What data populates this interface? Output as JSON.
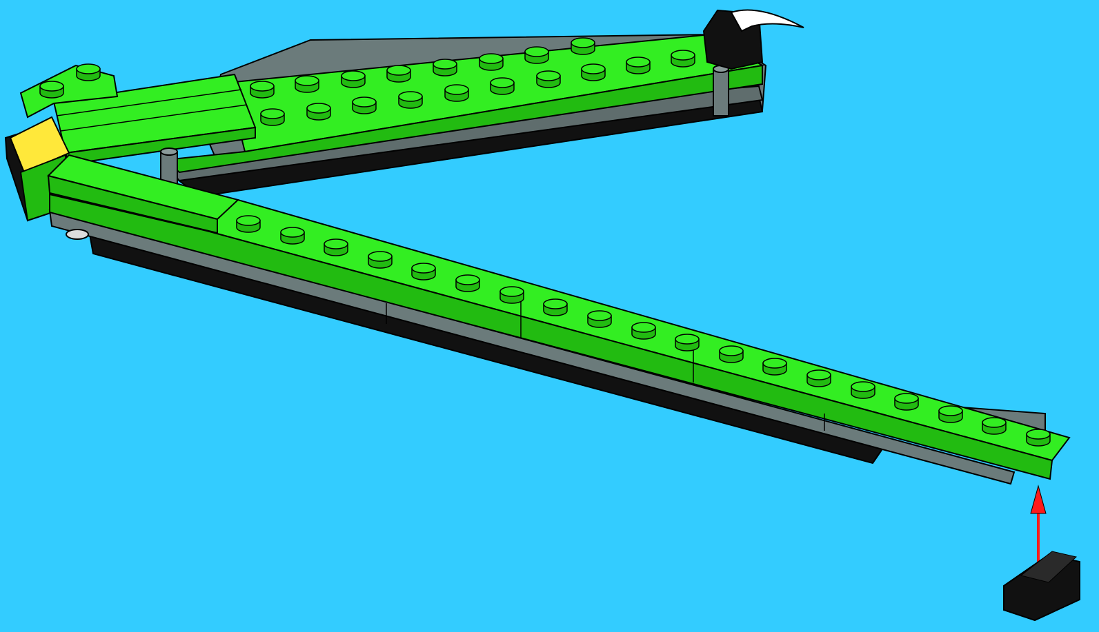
{
  "scene": {
    "subject": "brick-build-instruction-step",
    "colors": {
      "background": "#33CCFF",
      "brick_green": "#33EE22",
      "brick_green_shade": "#22BB11",
      "brick_gray": "#6B7B7B",
      "brick_gray_dark": "#4E5A5A",
      "brick_black": "#111111",
      "brick_yellow": "#FFE83A",
      "horn_white": "#FFFFFF",
      "arrow_red": "#FF1A1A",
      "outline": "#000000"
    },
    "parts": [
      {
        "name": "upper-arm-assembly",
        "color": "green"
      },
      {
        "name": "lower-arm-assembly",
        "color": "green"
      },
      {
        "name": "hinge-joint",
        "color": "yellow"
      },
      {
        "name": "horn-piece",
        "color": "white"
      },
      {
        "name": "black-tip-piece",
        "color": "black"
      },
      {
        "name": "new-black-piece",
        "color": "black"
      }
    ],
    "action": {
      "arrow_icon": "red-up-arrow",
      "description_visible": false
    }
  }
}
